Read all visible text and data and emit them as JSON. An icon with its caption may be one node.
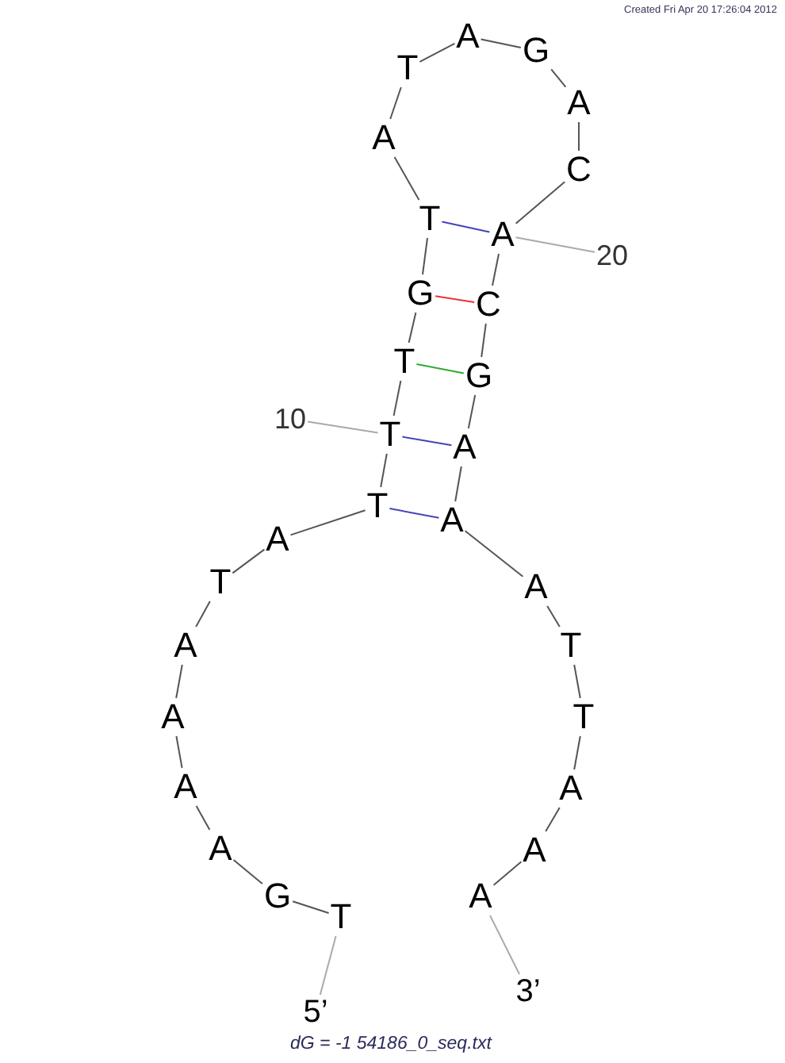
{
  "diagram": {
    "caption": "dG = -1 54186_0_seq.txt",
    "nodes": [
      {
        "text": [
          "T"
        ]
      },
      {
        "text": [
          "G"
        ]
      },
      {
        "text": [
          "A"
        ]
      },
      {
        "text": [
          "A"
        ]
      },
      {
        "text": [
          "A"
        ]
      },
      {
        "text": [
          "A"
        ]
      },
      {
        "text": [
          "T"
        ]
      },
      {
        "text": [
          "A"
        ]
      },
      {
        "text": [
          "T"
        ]
      },
      {
        "text": [
          "T"
        ]
      },
      {
        "text": [
          "T"
        ]
      },
      {
        "text": [
          "G"
        ]
      },
      {
        "text": [
          "T"
        ]
      },
      {
        "text": [
          "A"
        ]
      },
      {
        "text": [
          "T"
        ]
      },
      {
        "text": [
          "A"
        ]
      },
      {
        "text": [
          "G"
        ]
      },
      {
        "text": [
          "A"
        ]
      },
      {
        "text": [
          "C"
        ]
      },
      {
        "text": [
          "A"
        ]
      },
      {
        "text": [
          "C"
        ]
      },
      {
        "text": [
          "G"
        ]
      },
      {
        "text": [
          "A"
        ]
      },
      {
        "text": [
          "A"
        ]
      },
      {
        "text": [
          "A"
        ]
      },
      {
        "text": [
          "T"
        ]
      },
      {
        "text": [
          "T"
        ]
      },
      {
        "text": [
          "A"
        ]
      },
      {
        "text": [
          "A"
        ]
      },
      {
        "text": [
          "A"
        ]
      },
      {
        "text": [
          "5’"
        ]
      },
      {
        "text": [
          "10"
        ]
      },
      {
        "text": [
          "20"
        ]
      },
      {
        "text": [
          "3’"
        ]
      }
    ],
    "edges": [
      {
        "from": 0,
        "to": 1,
        "arrow": "none"
      },
      {
        "from": 1,
        "to": 2,
        "arrow": "none"
      },
      {
        "from": 2,
        "to": 3,
        "arrow": "none"
      },
      {
        "from": 3,
        "to": 4,
        "arrow": "none"
      },
      {
        "from": 4,
        "to": 5,
        "arrow": "none"
      },
      {
        "from": 5,
        "to": 6,
        "arrow": "none"
      },
      {
        "from": 6,
        "to": 7,
        "arrow": "none"
      },
      {
        "from": 7,
        "to": 8,
        "arrow": "none"
      },
      {
        "from": 8,
        "to": 9,
        "arrow": "none"
      },
      {
        "from": 9,
        "to": 10,
        "arrow": "none"
      },
      {
        "from": 10,
        "to": 11,
        "arrow": "none"
      },
      {
        "from": 11,
        "to": 12,
        "arrow": "none"
      },
      {
        "from": 12,
        "to": 13,
        "arrow": "none"
      },
      {
        "from": 13,
        "to": 14,
        "arrow": "none"
      },
      {
        "from": 14,
        "to": 15,
        "arrow": "none"
      },
      {
        "from": 15,
        "to": 16,
        "arrow": "none"
      },
      {
        "from": 16,
        "to": 17,
        "arrow": "none"
      },
      {
        "from": 17,
        "to": 18,
        "arrow": "none"
      },
      {
        "from": 18,
        "to": 19,
        "arrow": "none"
      },
      {
        "from": 19,
        "to": 20,
        "arrow": "none"
      },
      {
        "from": 20,
        "to": 21,
        "arrow": "none"
      },
      {
        "from": 21,
        "to": 22,
        "arrow": "none"
      },
      {
        "from": 22,
        "to": 23,
        "arrow": "none"
      },
      {
        "from": 23,
        "to": 24,
        "arrow": "none"
      },
      {
        "from": 24,
        "to": 25,
        "arrow": "none"
      },
      {
        "from": 25,
        "to": 26,
        "arrow": "none"
      },
      {
        "from": 26,
        "to": 27,
        "arrow": "none"
      },
      {
        "from": 27,
        "to": 28,
        "arrow": "none"
      },
      {
        "from": 28,
        "to": 29,
        "arrow": "none"
      },
      {
        "from": 12,
        "to": 19,
        "arrow": "none",
        "color": "#4444bb"
      },
      {
        "from": 11,
        "to": 20,
        "arrow": "none",
        "color": "#ee3333"
      },
      {
        "from": 10,
        "to": 21,
        "arrow": "none",
        "color": "#33aa33"
      },
      {
        "from": 9,
        "to": 22,
        "arrow": "none",
        "color": "#4444bb"
      },
      {
        "from": 8,
        "to": 23,
        "arrow": "none",
        "color": "#4444bb"
      },
      {
        "from": 30,
        "to": 0,
        "arrow": "none",
        "color": "#aaaaaa"
      },
      {
        "from": 31,
        "to": 9,
        "arrow": "none",
        "color": "#aaaaaa"
      },
      {
        "from": 32,
        "to": 19,
        "arrow": "none",
        "color": "#aaaaaa"
      },
      {
        "from": 33,
        "to": 29,
        "arrow": "none",
        "color": "#aaaaaa"
      }
    ],
    "labels": [
      "Created Fri Apr 20 17:26:04 2012"
    ]
  }
}
